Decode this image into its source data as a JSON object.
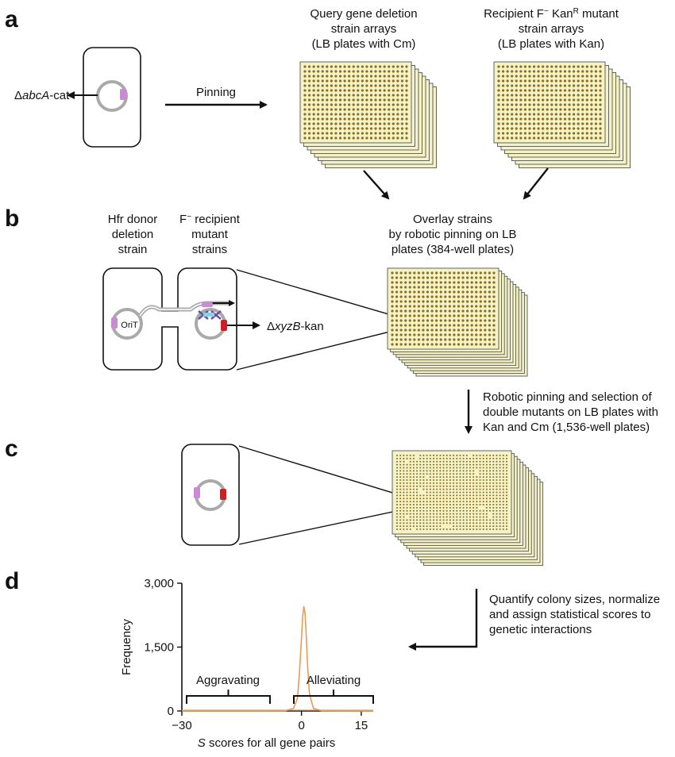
{
  "panels": {
    "a": "a",
    "b": "b",
    "c": "c",
    "d": "d"
  },
  "panel_a": {
    "deletion_label": "ΔabcA-cat",
    "deletion_prefix": "Δ",
    "deletion_italic": "abcA",
    "deletion_suffix": "-cat",
    "pinning_label": "Pinning",
    "query_arrays_lines": [
      "Query gene deletion",
      "strain arrays",
      "(LB plates with Cm)"
    ],
    "recipient_arrays_lines_1_parts": [
      "Recipient F",
      "−",
      " Kan",
      "R",
      " mutant"
    ],
    "recipient_arrays_lines": [
      "strain arrays",
      "(LB plates with Kan)"
    ]
  },
  "panel_b": {
    "donor_lines": [
      "Hfr donor",
      "deletion",
      "strain"
    ],
    "recipient_lines_1_parts": [
      "F",
      "−",
      " recipient"
    ],
    "recipient_lines": [
      "mutant",
      "strains"
    ],
    "orit_label": "OriT",
    "deletion_prefix": "Δ",
    "deletion_italic": "xyzB",
    "deletion_suffix": "-kan",
    "overlay_lines": [
      "Overlay strains",
      "by robotic pinning on LB",
      "plates (384-well plates)"
    ]
  },
  "panel_c": {
    "step_lines": [
      "Robotic pinning and selection of",
      "double mutants on LB plates with",
      "Kan and Cm (1,536-well plates)"
    ]
  },
  "panel_d": {
    "step_lines": [
      "Quantify colony sizes, normalize",
      "and assign statistical scores to",
      "genetic interactions"
    ],
    "aggravating_label": "Aggravating",
    "alleviating_label": "Alleviating"
  },
  "colors": {
    "plate_fill": "#f4f2c6",
    "plate_dot": "#8a6f1e",
    "plasmid": "#a9a9a9",
    "marker_pink": "#c98bd3",
    "marker_red": "#cc2027",
    "curve": "#e99a55",
    "axis_zero": "#d9a06a"
  },
  "chart_data": {
    "type": "line",
    "xlabel_italic": "S",
    "xlabel_rest": " scores for all gene pairs",
    "ylabel": "Frequency",
    "xlim": [
      -30,
      18
    ],
    "ylim": [
      0,
      3000
    ],
    "xticks": [
      -30,
      0,
      15
    ],
    "xtick_labels": [
      "−30",
      "0",
      "15"
    ],
    "yticks": [
      0,
      1500,
      3000
    ],
    "ytick_labels": [
      "0",
      "1,500",
      "3,000"
    ],
    "series": [
      {
        "x": [
          -30,
          -8,
          -4,
          -2,
          -1,
          -0.5,
          0,
          0.3,
          0.6,
          0.9,
          1.2,
          1.5,
          2,
          3,
          5,
          10,
          18
        ],
        "y": [
          0,
          0,
          5,
          60,
          300,
          900,
          1700,
          2200,
          2450,
          2300,
          1800,
          1100,
          400,
          60,
          5,
          0,
          0
        ]
      }
    ]
  }
}
